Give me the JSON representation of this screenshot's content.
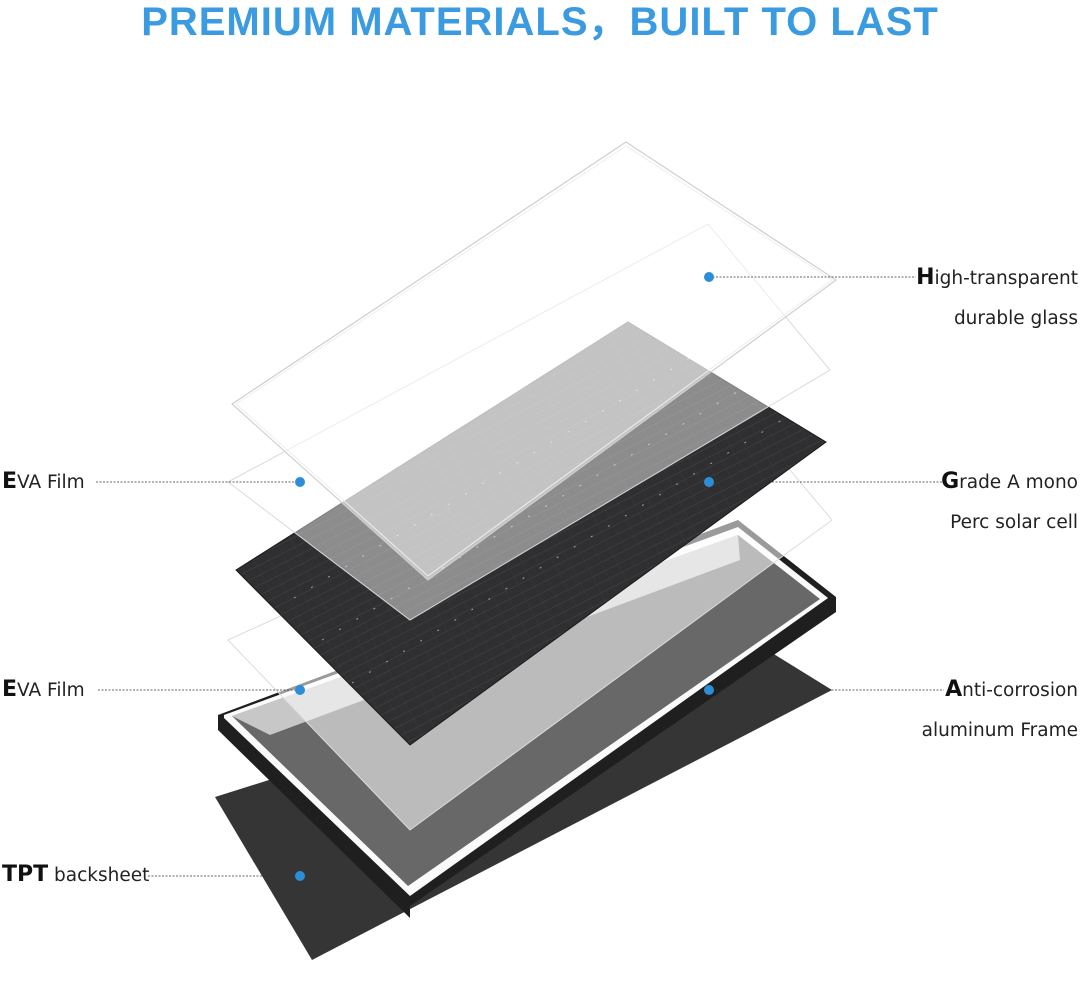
{
  "title": "PREMIUM MATERIALS，BUILT TO LAST",
  "colors": {
    "title": "#3a9be0",
    "marker": "#2c8fd6",
    "leader": "#333333",
    "cell": "#2c2c2e",
    "backsheet": "#333333",
    "frame": "#1e1e1e"
  },
  "layers": [
    {
      "id": "glass",
      "label_bold": "H",
      "label_rest": "igh-transparent",
      "label_line2": "durable glass",
      "side": "right"
    },
    {
      "id": "eva-top",
      "label_bold": "E",
      "label_rest": "VA Film",
      "label_line2": "",
      "side": "left"
    },
    {
      "id": "cell",
      "label_bold": "G",
      "label_rest": "rade A mono",
      "label_line2": "Perc solar cell",
      "side": "right"
    },
    {
      "id": "eva-bottom",
      "label_bold": "E",
      "label_rest": "VA Film",
      "label_line2": "",
      "side": "left"
    },
    {
      "id": "frame",
      "label_bold": "A",
      "label_rest": "nti-corrosion",
      "label_line2": "aluminum Frame",
      "side": "right"
    },
    {
      "id": "backsheet",
      "label_bold": "TPT",
      "label_rest": " backsheet",
      "label_line2": "",
      "side": "left"
    }
  ]
}
